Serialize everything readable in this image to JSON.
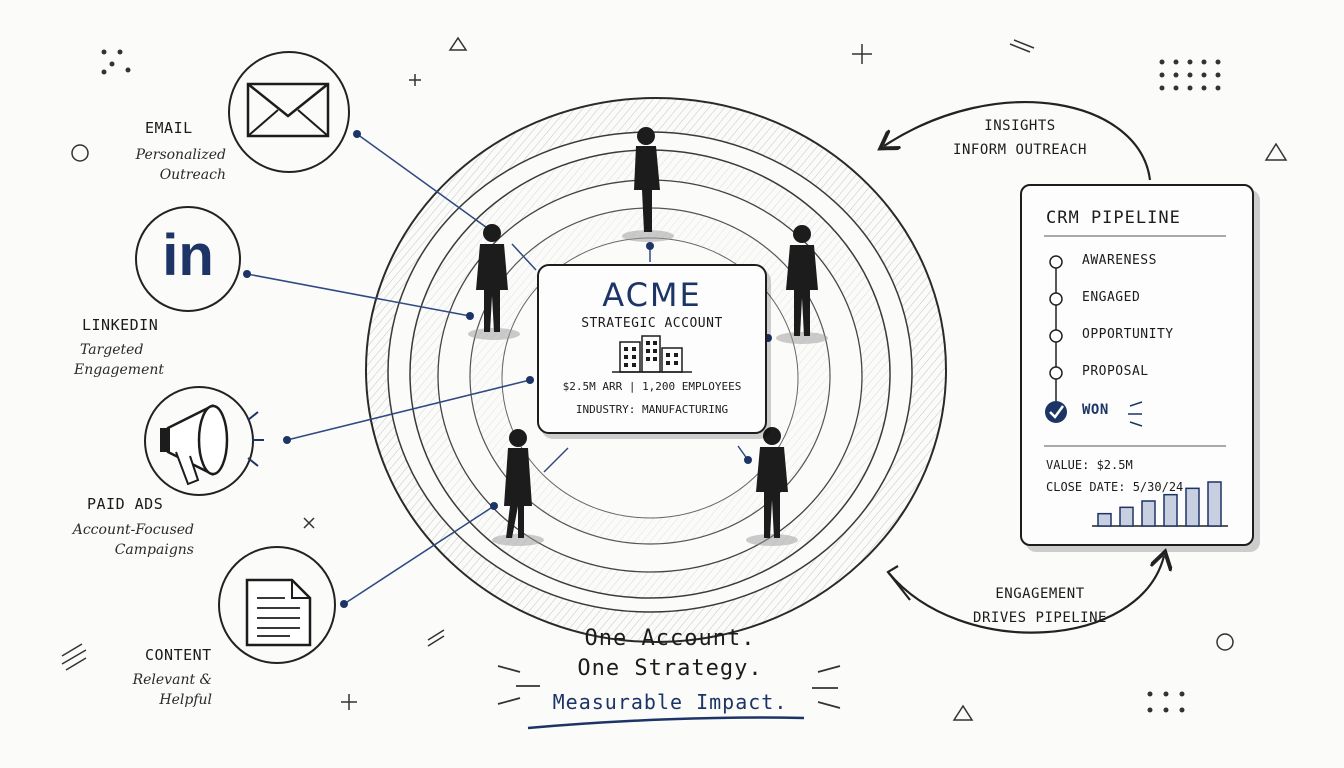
{
  "channels": [
    {
      "title": "EMAIL",
      "subtitle_1": "Personalized",
      "subtitle_2": "Outreach",
      "icon": "envelope-icon"
    },
    {
      "title": "LINKEDIN",
      "subtitle_1": "Targeted",
      "subtitle_2": "Engagement",
      "icon": "linkedin-icon",
      "icon_text": "in"
    },
    {
      "title": "PAID ADS",
      "subtitle_1": "Account-Focused",
      "subtitle_2": "Campaigns",
      "icon": "megaphone-icon"
    },
    {
      "title": "CONTENT",
      "subtitle_1": "Relevant &",
      "subtitle_2": "Helpful",
      "icon": "document-icon"
    }
  ],
  "account": {
    "name": "ACME",
    "label": "STRATEGIC ACCOUNT",
    "stats": "$2.5M ARR  |  1,200 EMPLOYEES",
    "industry": "INDUSTRY: MANUFACTURING",
    "icon": "buildings-icon"
  },
  "crm": {
    "title": "CRM PIPELINE",
    "stages": [
      "AWARENESS",
      "ENGAGED",
      "OPPORTUNITY",
      "PROPOSAL",
      "WON"
    ],
    "value": "VALUE: $2.5M",
    "close_date": "CLOSE DATE: 5/30/24",
    "mini_chart_values": [
      1,
      2,
      3,
      4,
      5,
      6
    ]
  },
  "notes": {
    "insights_1": "INSIGHTS",
    "insights_2": "INFORM OUTREACH",
    "engagement_1": "ENGAGEMENT",
    "engagement_2": "DRIVES PIPELINE"
  },
  "tagline": {
    "line1": "One Account.",
    "line2": "One Strategy.",
    "line3": "Measurable Impact."
  },
  "colors": {
    "ink": "#1c1c1c",
    "accent": "#1d3566",
    "line": "#2e4a80"
  }
}
